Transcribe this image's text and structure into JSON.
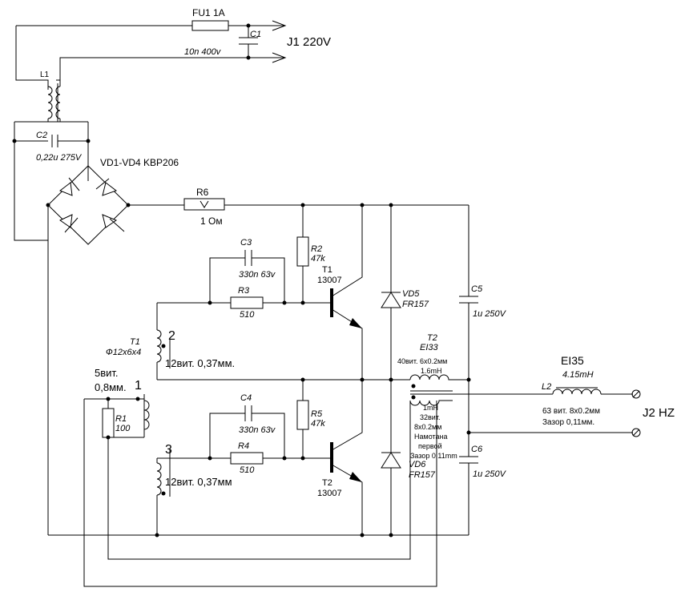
{
  "labels": {
    "fu1": "FU1  1A",
    "c1": "C1",
    "c1_val": "10n 400v",
    "j1": "J1 220V",
    "l1": "L1",
    "c2": "C2",
    "c2_val": "0,22u 275V",
    "vd": "VD1-VD4 KBP206",
    "r6": "R6",
    "r6_val": "1 Ом",
    "c3": "C3",
    "c3_val": "330n 63v",
    "r2": "R2",
    "r2_val": "47k",
    "t1": "T1",
    "t1_val": "13007",
    "r3": "R3",
    "r3_val": "510",
    "vd5": "VD5",
    "vd5_val": "FR157",
    "c5": "C5",
    "c5_val": "1u 250V",
    "tr1": "T1",
    "tr1_core": "Ф12х6х4",
    "w2": "2",
    "w2_desc": "12вит. 0,37мм.",
    "w1a": "5вит.",
    "w1b": "0,8мм.",
    "w1": "1",
    "r1": "R1",
    "r1_val": "100",
    "c4": "C4",
    "c4_val": "330n 63v",
    "r5": "R5",
    "r5_val": "47k",
    "w3": "3",
    "r4": "R4",
    "r4_val": "510",
    "w3_desc": "12вит. 0,37мм",
    "t2": "T2",
    "t2_val": "13007",
    "tr2": "T2",
    "tr2_core": "EI33",
    "tr2_pri": "40вит. 6х0.2мм",
    "tr2_pri_l": "1.6mH",
    "tr2_sec1": "1mH",
    "tr2_sec2": "32вит.",
    "tr2_sec3": "8х0.2мм",
    "tr2_sec4": "Намотана",
    "tr2_sec5": "первой",
    "tr2_sec6": "Зазор 0.11mm",
    "vd6": "VD6",
    "vd6_val": "FR157",
    "c6": "C6",
    "c6_val": "1u 250V",
    "ei35": "EI35",
    "l2_ind": "4.15mH",
    "l2": "L2",
    "l2_desc1": "63 вит. 8х0.2мм",
    "l2_desc2": "Зазор 0,11мм.",
    "j2": "J2 HZ"
  }
}
